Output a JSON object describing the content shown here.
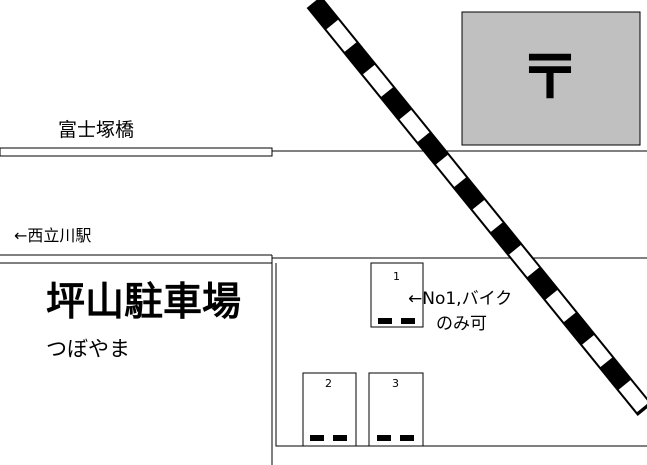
{
  "map": {
    "bridge_label": "富士塚橋",
    "station_direction_label": "←西立川駅",
    "parking_name": "坪山駐車場",
    "parking_reading": "つぼやま",
    "note_line1": "←No1,バイク",
    "note_line2": "のみ可",
    "post_office_symbol": "〒",
    "post_office_fill": "#c0c0c0",
    "spaces": [
      {
        "number": "1"
      },
      {
        "number": "2"
      },
      {
        "number": "3"
      }
    ]
  }
}
